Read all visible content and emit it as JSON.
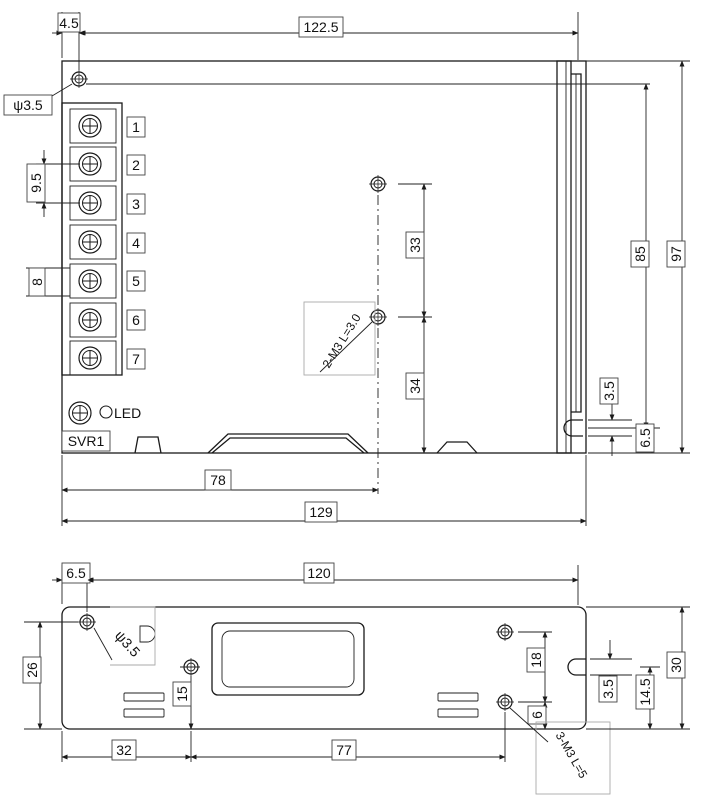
{
  "top_view": {
    "dims": {
      "left_offset": "4.5",
      "hole_pitch_width": "122.5",
      "mount_hole_dia": "ψ3.5",
      "terminal_pitch": "9.5",
      "terminal_width": "8",
      "upper_hole_spacing": "33",
      "lower_hole_offset": "34",
      "hole_pitch_height": "85",
      "total_height": "97",
      "slot_width": "3.5",
      "slot_offset": "6.5",
      "center_hole_x": "78",
      "total_width": "129"
    },
    "screw_note": "2-M3 L=3.0",
    "terminals": [
      "1",
      "2",
      "3",
      "4",
      "5",
      "6",
      "7"
    ],
    "led_label": "LED",
    "pot_label": "SVR1"
  },
  "side_view": {
    "dims": {
      "left_offset": "6.5",
      "hole_pitch_width": "120",
      "mount_hole_dia": "ψ3.5",
      "hole_height": "26",
      "small_hole_height": "15",
      "hole_spacing_v": "18",
      "slot_width": "3.5",
      "slot_height": "14.5",
      "total_height": "30",
      "lower_offset": "6",
      "left_hole_x": "32",
      "hole_pitch_77": "77"
    },
    "screw_note": "3-M3 L=5"
  }
}
